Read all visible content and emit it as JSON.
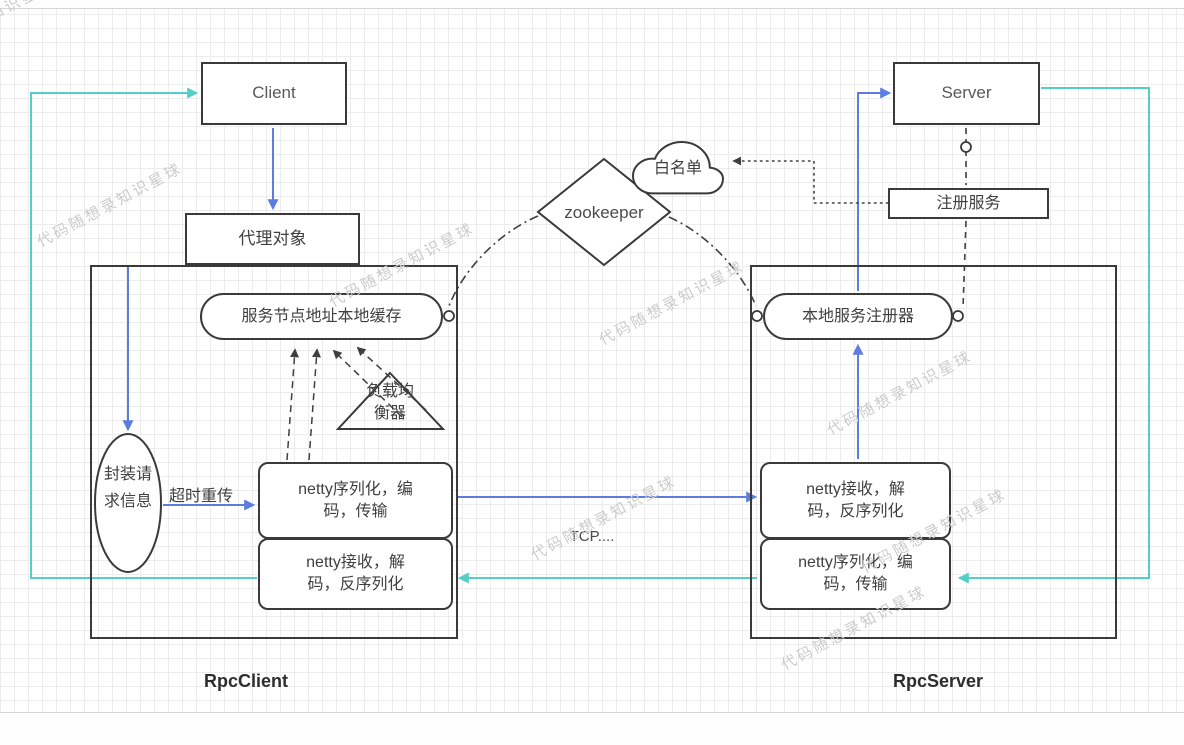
{
  "watermark": {
    "text": "代码随想录知识星球"
  },
  "nodes": {
    "client": {
      "label": "Client"
    },
    "proxy": {
      "label": "代理对象"
    },
    "wrap_request": {
      "label": "封装请求信息"
    },
    "cache": {
      "label": "服务节点地址本地缓存"
    },
    "load_balancer": {
      "label": "负载均衡器"
    },
    "client_encode": {
      "label": "netty序列化，编码，传输"
    },
    "client_decode": {
      "label": "netty接收，解码，反序列化"
    },
    "zookeeper": {
      "label": "zookeeper"
    },
    "whitelist": {
      "label": "白名单"
    },
    "server": {
      "label": "Server"
    },
    "register_service": {
      "label": "注册服务"
    },
    "local_registry": {
      "label": "本地服务注册器"
    },
    "server_decode": {
      "label": "netty接收，解码，反序列化"
    },
    "server_encode": {
      "label": "netty序列化，编码，传输"
    }
  },
  "containers": {
    "rpc_client": {
      "label": "RpcClient"
    },
    "rpc_server": {
      "label": "RpcServer"
    }
  },
  "edge_labels": {
    "retry": "超时重传",
    "tcp": "TCP...."
  },
  "colors": {
    "request": "#5c7cdf",
    "response": "#53cfc5",
    "stroke": "#3f3f3f"
  }
}
